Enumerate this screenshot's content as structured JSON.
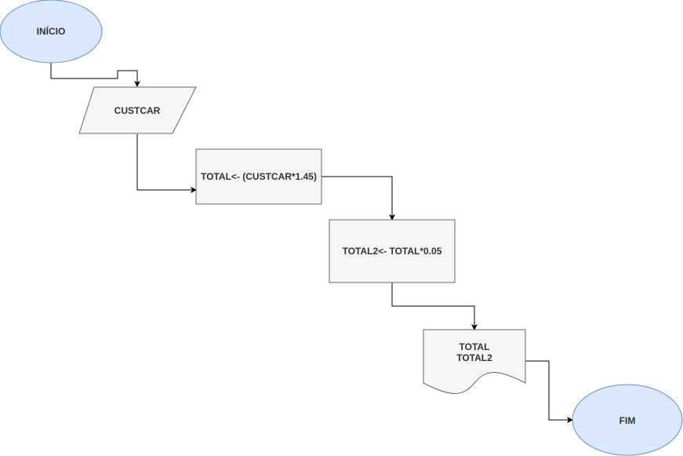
{
  "diagram": {
    "nodes": {
      "start": {
        "label": "INÍCIO",
        "shape": "ellipse",
        "fill": "#dae8fc",
        "stroke": "#6c8ebf"
      },
      "input": {
        "label": "CUSTCAR",
        "shape": "parallelogram",
        "fill": "#f5f5f5",
        "stroke": "#666666"
      },
      "process1": {
        "label": "TOTAL<- (CUSTCAR*1.45)",
        "shape": "rectangle",
        "fill": "#f5f5f5",
        "stroke": "#666666"
      },
      "process2": {
        "label": "TOTAL2<- TOTAL*0.05",
        "shape": "rectangle",
        "fill": "#f5f5f5",
        "stroke": "#666666"
      },
      "output": {
        "lines": [
          "TOTAL",
          "TOTAL2"
        ],
        "shape": "document",
        "fill": "#f5f5f5",
        "stroke": "#666666"
      },
      "end": {
        "label": "FIM",
        "shape": "ellipse",
        "fill": "#dae8fc",
        "stroke": "#6c8ebf"
      }
    },
    "edges": [
      {
        "from": "start",
        "to": "input"
      },
      {
        "from": "input",
        "to": "process1"
      },
      {
        "from": "process1",
        "to": "process2"
      },
      {
        "from": "process2",
        "to": "output"
      },
      {
        "from": "output",
        "to": "end"
      }
    ]
  }
}
